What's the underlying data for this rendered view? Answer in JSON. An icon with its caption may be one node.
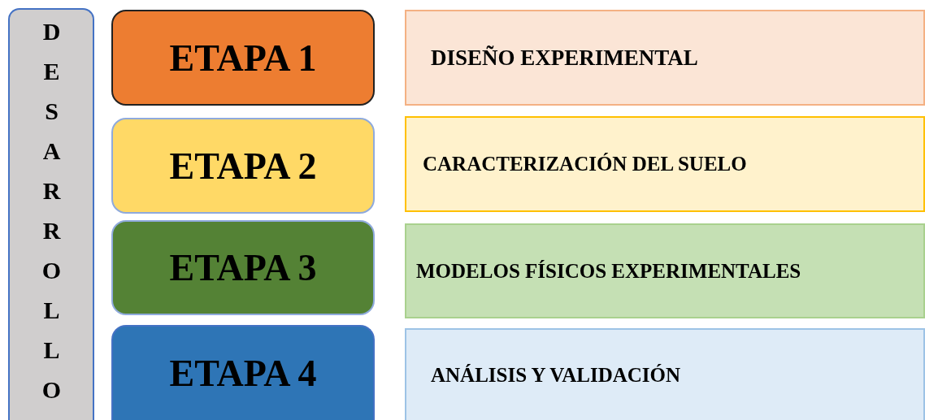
{
  "diagram": {
    "nodes": [
      {
        "text": [
          "DESARROLLO"
        ]
      },
      {
        "text": [
          "ETAPA 1"
        ]
      },
      {
        "text": [
          "DISEÑO EXPERIMENTAL"
        ]
      },
      {
        "text": [
          "ETAPA 2"
        ]
      },
      {
        "text": [
          "CARACTERIZACIÓN DEL SUELO"
        ]
      },
      {
        "text": [
          "ETAPA 3"
        ]
      },
      {
        "text": [
          "MODELOS FÍSICOS EXPERIMENTALES"
        ]
      },
      {
        "text": [
          "ETAPA 4"
        ]
      },
      {
        "text": [
          "ANÁLISIS Y VALIDACIÓN"
        ]
      }
    ]
  }
}
